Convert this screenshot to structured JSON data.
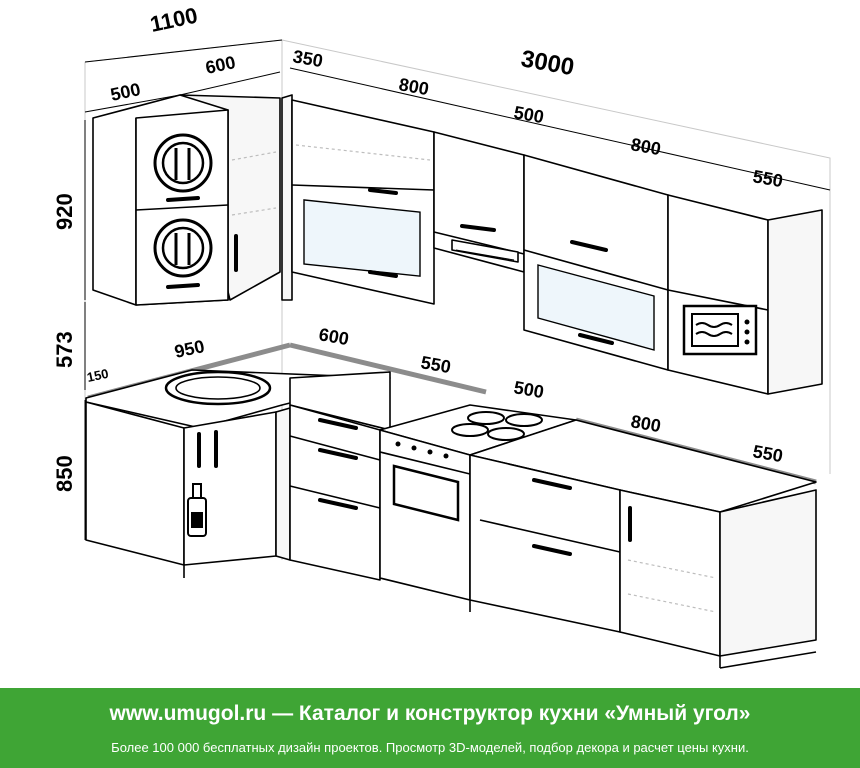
{
  "dimensions": {
    "top_corner_total": "1100",
    "top_left_width": "500",
    "top_corner_depth": "600",
    "top_350": "350",
    "top_total_run": "3000",
    "top_800_a": "800",
    "top_500": "500",
    "top_800_b": "800",
    "top_550": "550",
    "height_upper": "920",
    "height_gap": "573",
    "height_base": "850",
    "base_150": "150",
    "base_950": "950",
    "base_600": "600",
    "base_550_a": "550",
    "base_500": "500",
    "base_800": "800",
    "base_550_b": "550"
  },
  "banner": {
    "title": "www.umugol.ru  —  Каталог и конструктор кухни «Умный угол»",
    "subtitle": "Более 100 000 бесплатных дизайн проектов. Просмотр 3D-моделей, подбор декора и расчет цены кухни."
  },
  "colors": {
    "banner": "#3fa535",
    "dimension_lines": "#000000",
    "worktop_edge": "#8c8c8c"
  }
}
